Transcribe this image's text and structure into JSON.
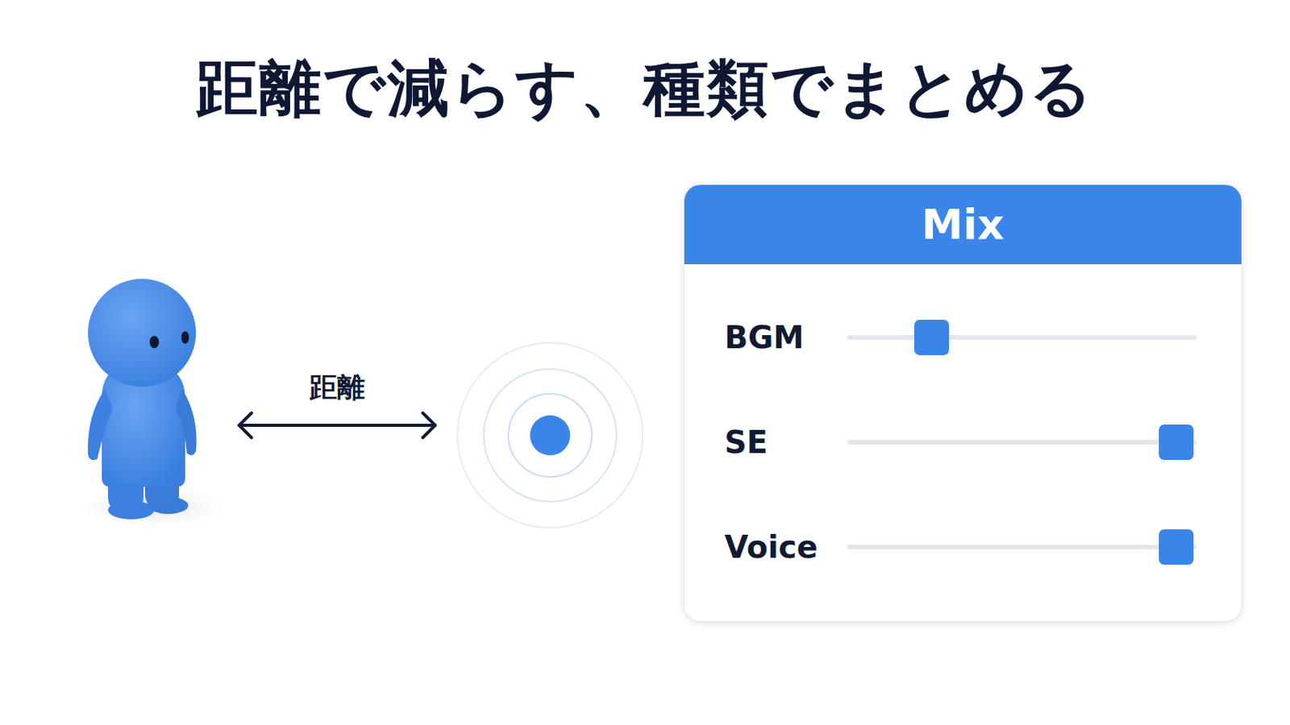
{
  "diagram": {
    "title": "距離で減らす、種類でまとめる",
    "nodes": [
      {
        "text": [
          "Mix",
          "BGM",
          "SE",
          "Voice"
        ]
      }
    ],
    "labels": [
      "距離"
    ]
  }
}
